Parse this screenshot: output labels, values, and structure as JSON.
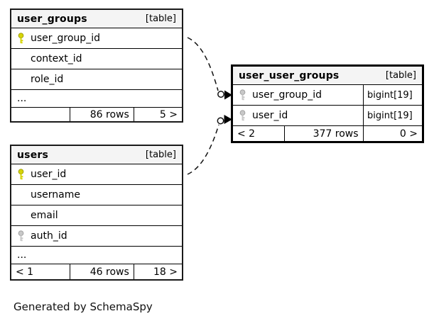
{
  "diagram": {
    "generator_note": "Generated by SchemaSpy",
    "colors": {
      "primary_key_icon": "#d6d407",
      "primary_key_outline": "#9a9a00",
      "foreign_key_icon": "#c8c8c8",
      "foreign_key_outline": "#9b9b9b",
      "header_bg": "#f4f4f4",
      "border": "#000000"
    },
    "tables": [
      {
        "id": "user_groups",
        "name": "user_groups",
        "badge": "[table]",
        "emphasized": false,
        "columns": [
          {
            "name": "user_group_id",
            "key": "primary"
          },
          {
            "name": "context_id",
            "key": "none"
          },
          {
            "name": "role_id",
            "key": "none"
          },
          {
            "name": "...",
            "key": "ellipsis"
          }
        ],
        "footer": {
          "left": "",
          "center": "86 rows",
          "right": "5 >"
        }
      },
      {
        "id": "user_user_groups",
        "name": "user_user_groups",
        "badge": "[table]",
        "emphasized": true,
        "columns": [
          {
            "name": "user_group_id",
            "key": "foreign",
            "type": "bigint[19]"
          },
          {
            "name": "user_id",
            "key": "foreign",
            "type": "bigint[19]"
          }
        ],
        "footer": {
          "left": "< 2",
          "center": "377 rows",
          "right": "0 >"
        }
      },
      {
        "id": "users",
        "name": "users",
        "badge": "[table]",
        "emphasized": false,
        "columns": [
          {
            "name": "user_id",
            "key": "primary"
          },
          {
            "name": "username",
            "key": "none"
          },
          {
            "name": "email",
            "key": "none"
          },
          {
            "name": "auth_id",
            "key": "foreign"
          },
          {
            "name": "...",
            "key": "ellipsis"
          }
        ],
        "footer": {
          "left": "< 1",
          "center": "46 rows",
          "right": "18 >"
        }
      }
    ],
    "relationships": [
      {
        "from": "user_groups.user_group_id",
        "to": "user_user_groups.user_group_id"
      },
      {
        "from": "users.user_id",
        "to": "user_user_groups.user_id"
      }
    ]
  }
}
